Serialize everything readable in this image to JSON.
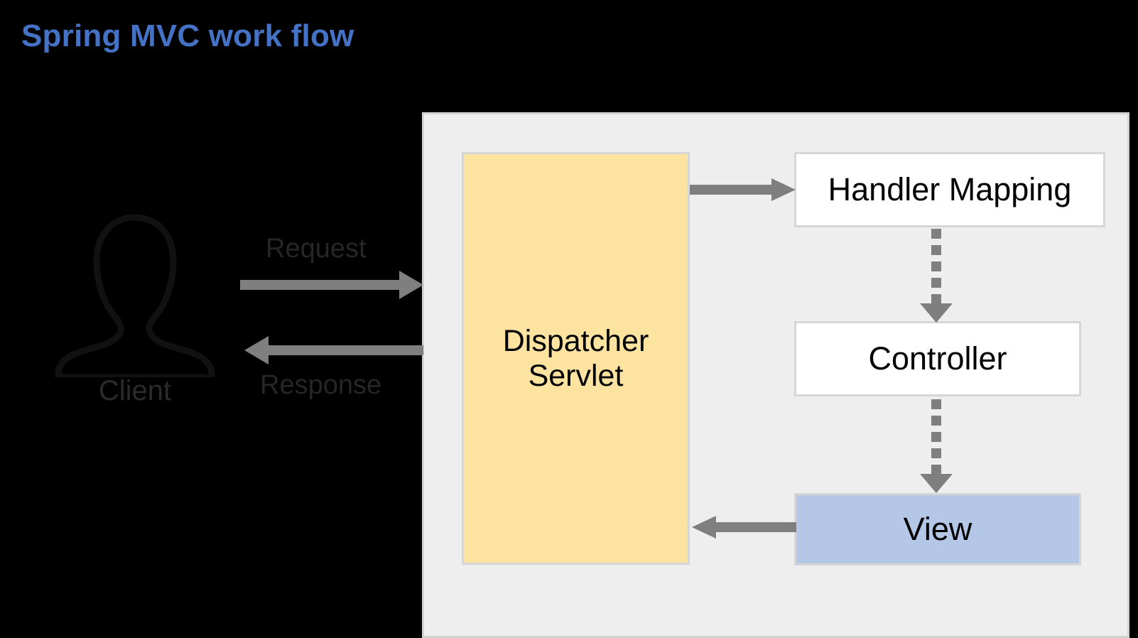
{
  "title": "Spring MVC work flow",
  "colors": {
    "background": "#000000",
    "title_blue": "#4472C4",
    "panel_fill": "#EEEEEE",
    "panel_border": "#D2D2D2",
    "dispatcher_fill": "#FCE3A0",
    "node_fill": "#FFFFFF",
    "view_fill": "#B4C7E7",
    "node_border": "#D6D6D6",
    "arrow_gray": "#7F7F7F",
    "label_gray": "#262626"
  },
  "client": {
    "label": "Client",
    "icon": "person-silhouette-icon"
  },
  "flows": {
    "request_label": "Request",
    "response_label": "Response"
  },
  "nodes": {
    "dispatcher_servlet": "Dispatcher\nServlet",
    "dispatcher_servlet_line1": "Dispatcher",
    "dispatcher_servlet_line2": "Servlet",
    "handler_mapping": "Handler Mapping",
    "controller": "Controller",
    "view": "View"
  },
  "connectors": [
    {
      "name": "client-to-dispatcher",
      "label": "Request",
      "style": "solid",
      "direction": "right"
    },
    {
      "name": "dispatcher-to-client",
      "label": "Response",
      "style": "solid",
      "direction": "left"
    },
    {
      "name": "dispatcher-to-handler-mapping",
      "label": "",
      "style": "solid",
      "direction": "right"
    },
    {
      "name": "handler-mapping-to-controller",
      "label": "",
      "style": "dotted",
      "direction": "down"
    },
    {
      "name": "controller-to-view",
      "label": "",
      "style": "dotted",
      "direction": "down"
    },
    {
      "name": "view-to-dispatcher",
      "label": "",
      "style": "solid",
      "direction": "left"
    }
  ]
}
